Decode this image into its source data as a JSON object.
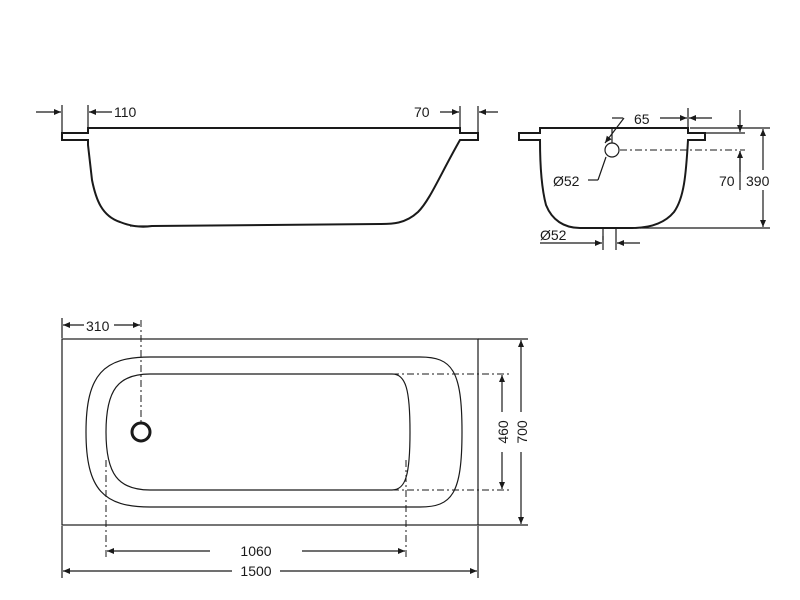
{
  "side_view": {
    "dim_left_rim": "110",
    "dim_right_rim": "70"
  },
  "end_view": {
    "dim_overflow_offset": "65",
    "dim_overflow_diameter": "Ø52",
    "dim_overflow_height": "70",
    "dim_total_height": "390",
    "dim_drain_diameter": "Ø52"
  },
  "top_view": {
    "dim_drain_offset": "310",
    "dim_inner_width": "460",
    "dim_outer_width": "700",
    "dim_inner_length": "1060",
    "dim_outer_length": "1500"
  }
}
